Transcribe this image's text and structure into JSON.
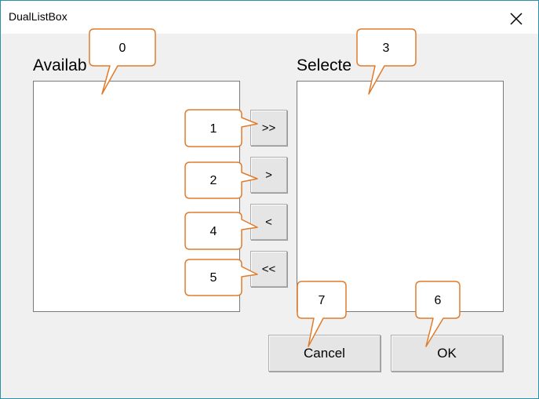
{
  "window": {
    "title": "DualListBox"
  },
  "available": {
    "label": "Availab"
  },
  "selected": {
    "label": "Selecte"
  },
  "buttons": {
    "move_all_right": ">>",
    "move_right": ">",
    "move_left": "<",
    "move_all_left": "<<",
    "cancel": "Cancel",
    "ok": "OK"
  },
  "callouts": [
    "0",
    "1",
    "2",
    "3",
    "4",
    "5",
    "6",
    "7"
  ],
  "colors": {
    "callout_border": "#e07b2a",
    "window_border": "#2b8fa8",
    "dialog_bg": "#f0f0f0"
  }
}
